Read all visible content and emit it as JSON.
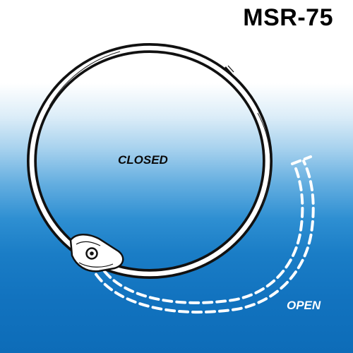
{
  "product": {
    "model_code": "MSR-75"
  },
  "labels": {
    "closed": "CLOSED",
    "open": "OPEN"
  },
  "colors": {
    "ring_outline": "#111111",
    "ring_fill": "#ffffff",
    "open_path": "#ffffff",
    "background_top": "#ffffff",
    "background_bottom": "#0d6cb8"
  },
  "icons": {
    "ring": "binder-ring-icon",
    "hinge": "hinge-rivet-icon",
    "open_ring_path": "dashed-open-ring-icon"
  }
}
